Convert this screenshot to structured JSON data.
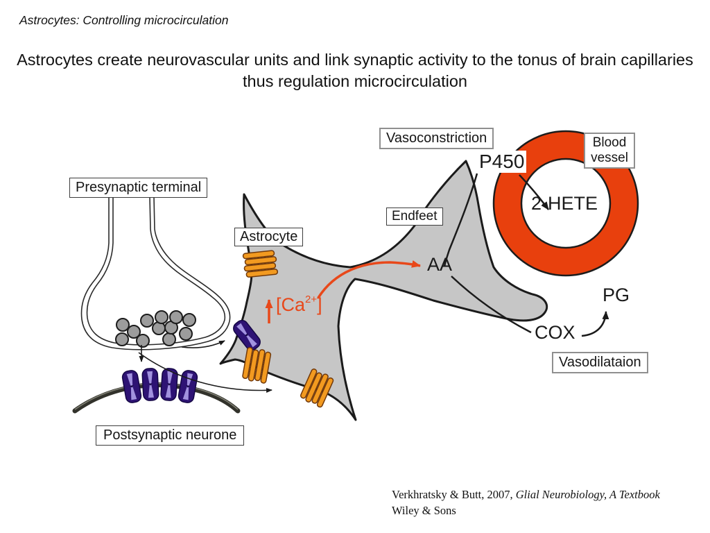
{
  "slide": {
    "kicker": "Astrocytes: Controlling microcirculation",
    "heading": "Astrocytes create neurovascular units and link synaptic activity to the tonus of brain capillaries thus regulation microcirculation"
  },
  "diagram": {
    "labels": {
      "presynaptic_terminal": "Presynaptic terminal",
      "astrocyte": "Astrocyte",
      "endfeet": "Endfeet",
      "vasoconstriction": "Vasoconstriction",
      "blood_vessel": "Blood vessel",
      "vasodilatation": "Vasodilataion",
      "postsynaptic_neurone": "Postsynaptic neurone"
    },
    "molecules": {
      "p450": "P450",
      "hete": "2-HETE",
      "aa": "AA",
      "pg": "PG",
      "cox": "COX"
    },
    "calcium": {
      "open": "[Ca",
      "sup": "2+",
      "close": "]"
    },
    "colors": {
      "vessel_red": "#E8400D",
      "signal_red": "#E8481A",
      "astrocyte_gray": "#C6C6C6",
      "channel_orange": "#F29A20",
      "receptor_purple": "#2E1374"
    }
  },
  "citation": {
    "authors": "Verkhratsky & Butt, 2007, ",
    "title": "Glial Neurobiology, A Textbook",
    "publisher": "Wiley & Sons"
  }
}
